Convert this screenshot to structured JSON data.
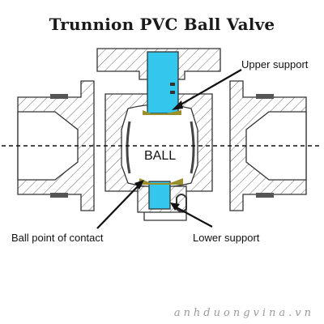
{
  "title": "Trunnion PVC Ball Valve",
  "labels": {
    "ball": "BALL",
    "upper_support": "Upper support",
    "ball_point_of_contact": "Ball point of contact",
    "lower_support": "Lower support"
  },
  "watermark": "anhduongvina.vn",
  "colors": {
    "outline": "#333333",
    "hatch": "#6a6a6a",
    "support": "#33c7ee",
    "contact": "#9a8f2a",
    "seat": "#555555",
    "watermark": "#9a9a9a"
  }
}
